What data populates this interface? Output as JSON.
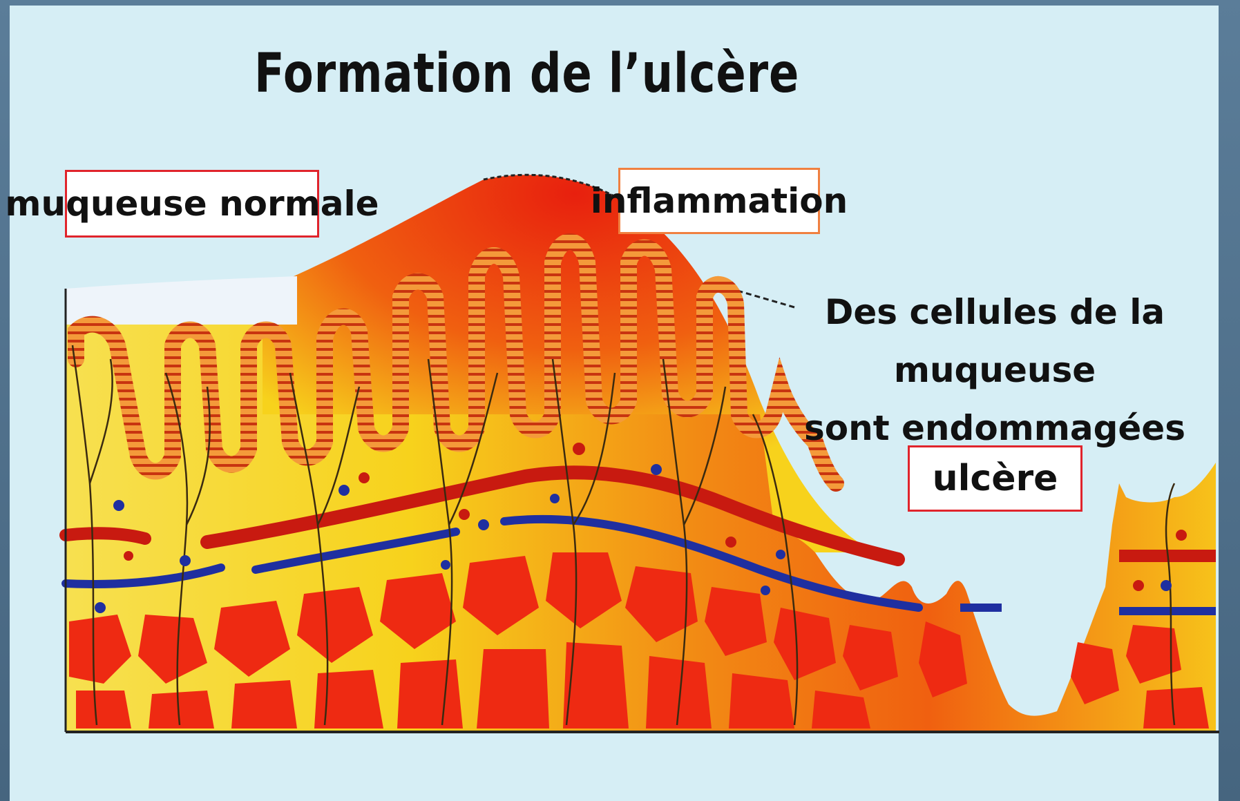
{
  "title": "Formation de l’ulcère",
  "labels": {
    "normal": "muqueuse normale",
    "inflammation": "inflammation",
    "ulcer": "ulcère"
  },
  "annotation": {
    "line1": "Des cellules de la muqueuse",
    "line2": "sont endommagées"
  },
  "colors": {
    "background": "#d6eef5",
    "tissue_yellow": "#f7d21c",
    "tissue_red": "#ee2a12",
    "inflammation_red": "#e8200e",
    "vessel_blue": "#1f2fa0",
    "label_border_red": "#e0242c",
    "label_border_orange": "#f08040"
  }
}
